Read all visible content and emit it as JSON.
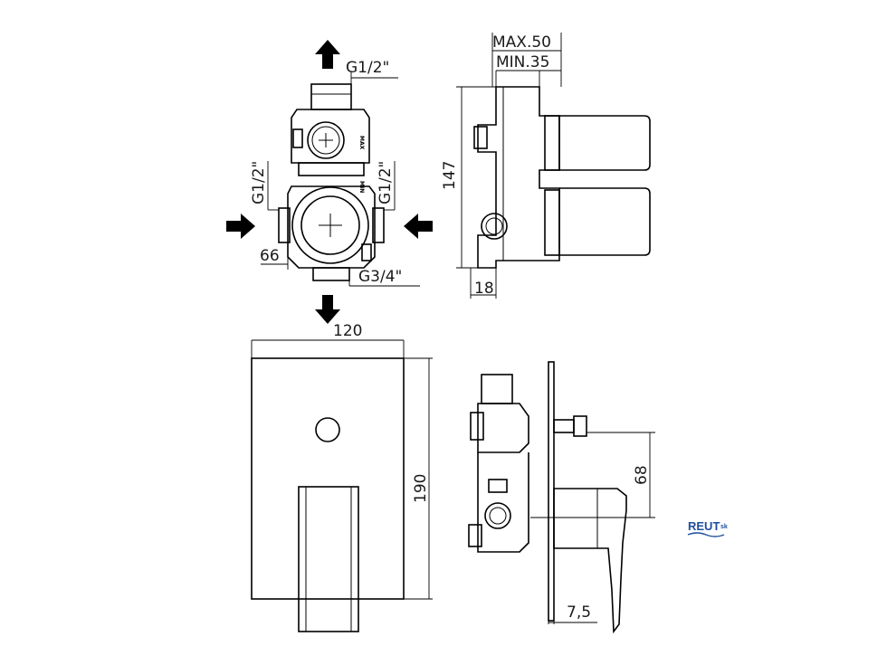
{
  "labels": {
    "top_outlet_thread": "G1/2\"",
    "left_inlet_thread": "G1/2\"",
    "right_inlet_thread": "G1/2\"",
    "bottom_outlet_thread": "G3/4\"",
    "body_width": "66",
    "depth_max": "MAX.50",
    "depth_min": "MIN.35",
    "body_height": "147",
    "inlet_depth": "18",
    "plate_width": "120",
    "plate_height": "190",
    "handle_offset": "68",
    "plate_thickness": "7,5",
    "mark_max": "MAX",
    "mark_min": "MIN"
  },
  "logo": {
    "name": "REUT",
    "suffix": "sk",
    "color": "#1f4e9e"
  }
}
